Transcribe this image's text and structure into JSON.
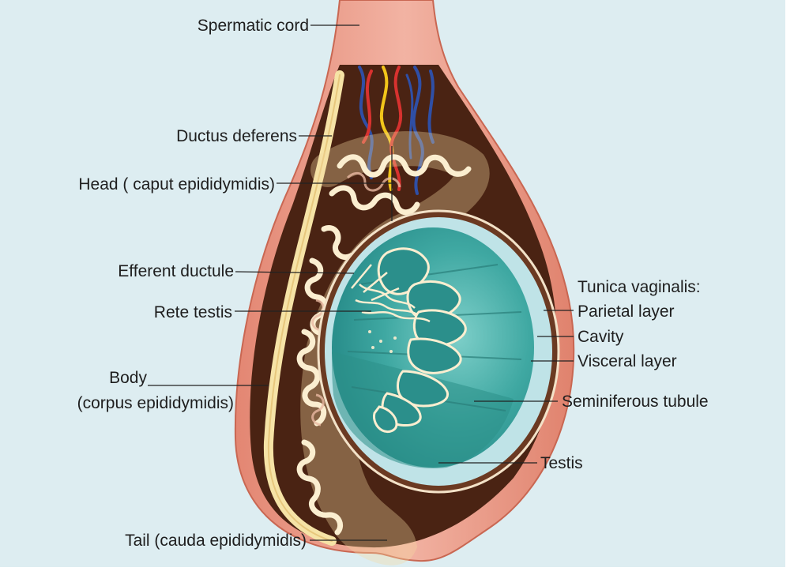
{
  "colors": {
    "background": "#ddedf1",
    "skin": "#e9937d",
    "cavity_dark": "#4a2313",
    "epididymis_cream": "#f6e3a6",
    "testis_teal": "#3fa8a2",
    "tunica_light": "#bfe3e7",
    "artery_red": "#d8322f",
    "vein_blue": "#2f4fa6",
    "nerve_yellow": "#f2c51a",
    "leader_line": "#222222"
  },
  "labels": {
    "spermatic_cord": "Spermatic cord",
    "ductus_deferens": "Ductus deferens",
    "head": "Head ( caput epididymidis)",
    "efferent_ductule": "Efferent ductule",
    "rete_testis": "Rete testis",
    "body_line1": "Body",
    "body_line2": "(corpus epididymidis)",
    "tail": "Tail (cauda epididymidis)",
    "tunica_vaginalis": "Tunica vaginalis:",
    "parietal_layer": "Parietal layer",
    "cavity": "Cavity",
    "visceral_layer": "Visceral layer",
    "seminiferous_tubule": "Seminiferous tubule",
    "testis": "Testis"
  }
}
